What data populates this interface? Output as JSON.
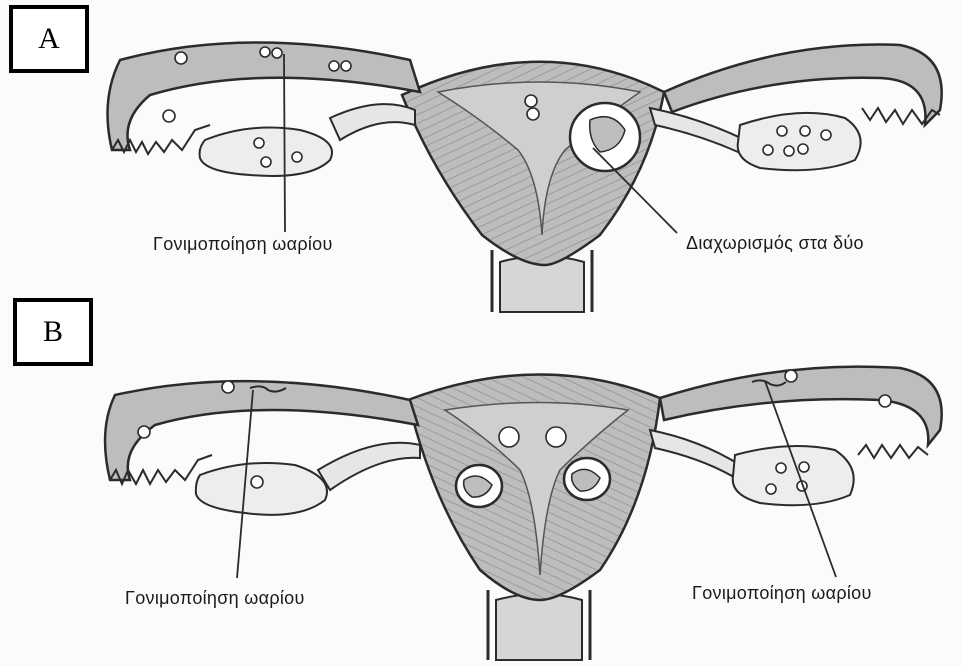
{
  "panels": [
    {
      "letter": "A",
      "labels": {
        "left": "Γονιμοποίηση  ωαρίου",
        "right": "Διαχωρισμός στα δύο"
      }
    },
    {
      "letter": "B",
      "labels": {
        "left": "Γονιμοποίηση ωαρίου",
        "right": "Γονιμοποίηση  ωαρίου"
      }
    }
  ],
  "colors": {
    "tissue": "#bdbdbd",
    "tissue_dark": "#8f8f8f",
    "cavity": "#f4f4f4",
    "outline": "#2b2b2b"
  }
}
